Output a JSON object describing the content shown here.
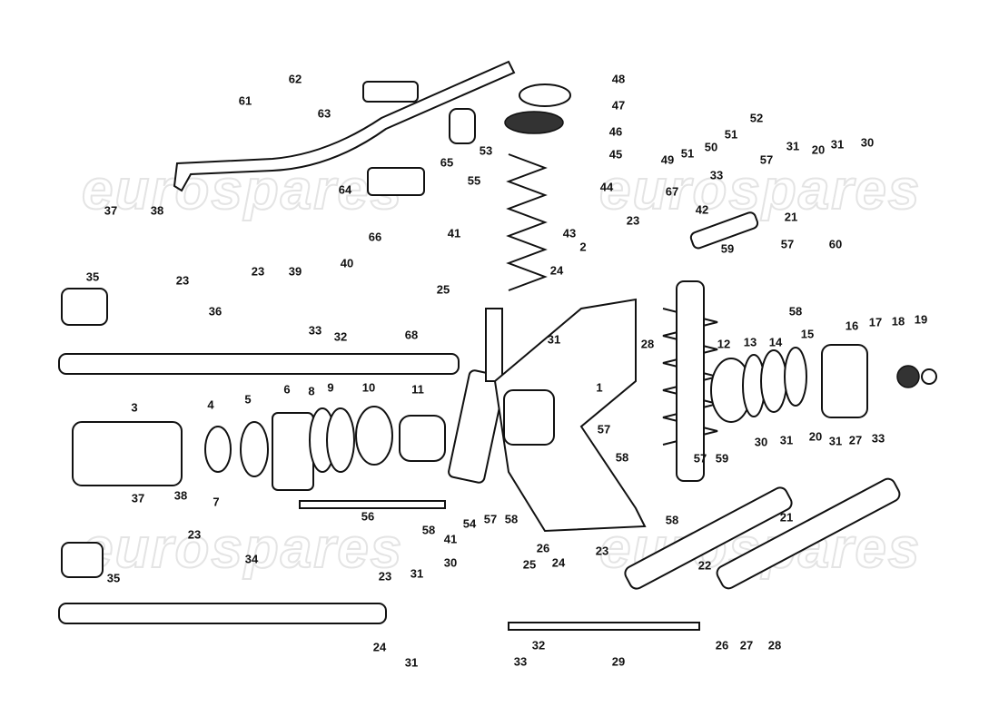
{
  "watermark": "eurospares",
  "callouts": [
    "62",
    "61",
    "63",
    "65",
    "64",
    "53",
    "55",
    "48",
    "47",
    "46",
    "45",
    "44",
    "67",
    "49",
    "51",
    "50",
    "51",
    "52",
    "31",
    "20",
    "31",
    "30",
    "33",
    "57",
    "21",
    "42",
    "43",
    "2",
    "23",
    "24",
    "41",
    "66",
    "37",
    "38",
    "35",
    "23",
    "23",
    "39",
    "40",
    "25",
    "31",
    "28",
    "59",
    "57",
    "60",
    "58",
    "36",
    "33",
    "32",
    "68",
    "1",
    "12",
    "13",
    "14",
    "15",
    "16",
    "17",
    "18",
    "19",
    "3",
    "4",
    "5",
    "6",
    "8",
    "9",
    "10",
    "11",
    "57",
    "58",
    "30",
    "31",
    "20",
    "31",
    "27",
    "33",
    "57",
    "59",
    "37",
    "38",
    "7",
    "56",
    "58",
    "41",
    "54",
    "57",
    "58",
    "58",
    "21",
    "22",
    "23",
    "35",
    "34",
    "30",
    "26",
    "25",
    "24",
    "23",
    "23",
    "31",
    "24",
    "31",
    "32",
    "33",
    "29",
    "26",
    "27",
    "28"
  ]
}
